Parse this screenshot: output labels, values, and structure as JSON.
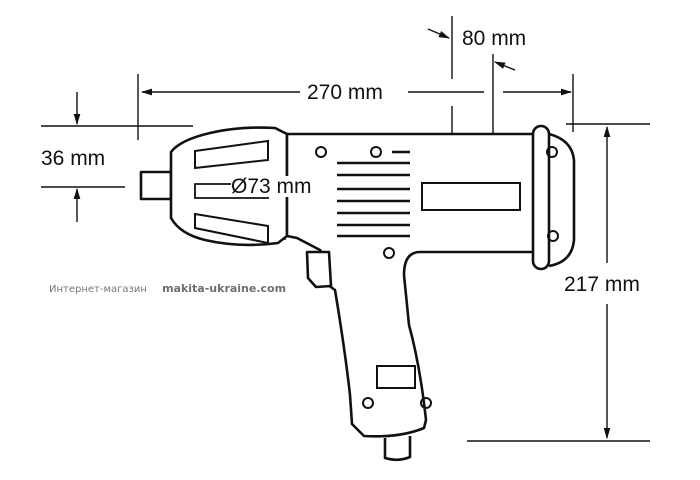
{
  "diagram": {
    "subject": "impact wrench dimensional drawing",
    "dimensions": {
      "length": "270 mm",
      "anvil_height": "36 mm",
      "head_diameter": "Ø73 mm",
      "center_to_top": "80 mm",
      "height": "217 mm"
    },
    "watermark": {
      "shop_label": "Интернет-магазин",
      "site": "makita-ukraine.com"
    },
    "colors": {
      "line": "#111111",
      "background": "#ffffff",
      "watermark": "#777777"
    }
  }
}
